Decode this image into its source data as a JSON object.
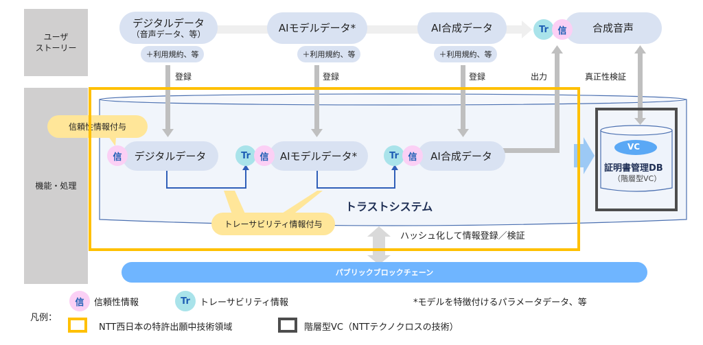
{
  "rows": {
    "user_story": "ユーザ\nストーリー",
    "function": "機能・処理"
  },
  "top_flow": {
    "digital_data": {
      "main": "デジタルデータ",
      "sub": "（音声データ、等）"
    },
    "ai_model_data": {
      "main": "AIモデルデータ*"
    },
    "ai_synth_data": {
      "main": "AI合成データ"
    },
    "synth_voice": {
      "main": "合成音声"
    },
    "terms": "＋利用規約、等"
  },
  "arrow_labels": {
    "register": "登録",
    "output": "出力",
    "authenticity": "真正性検証",
    "hash_register": "ハッシュ化して情報登録／検証"
  },
  "trust_system": {
    "title": "トラストシステム",
    "digital_data": "デジタルデータ",
    "ai_model_data": "AIモデルデータ*",
    "ai_synth_data": "AI合成データ"
  },
  "callouts": {
    "reliability": "信頼性情報付与",
    "traceability": "トレーサビリティ情報付与"
  },
  "badges": {
    "shin": "信",
    "tr": "Tr",
    "vc": "VC"
  },
  "cert_db": {
    "title": "証明書管理DB",
    "sub": "（階層型VC）"
  },
  "blockchain": "パブリックブロックチェーン",
  "legend": {
    "title": "凡例：",
    "reliability_info": "信頼性情報",
    "traceability_info": "トレーサビリティ情報",
    "footnote": "*モデルを特徴付けるパラメータデータ、等",
    "ntt_west": "NTT西日本の特許出願中技術領域",
    "hierarchical_vc": "階層型VC（NTTテクノクロスの技術）"
  },
  "colors": {
    "yellow_frame": "#ffc000",
    "dark_frame": "#4d4d4d",
    "pill": "#d9e2f2",
    "shin_badge": "#fbd0f5",
    "tr_badge": "#a9e3ea",
    "blockchain": "#6fb5ff",
    "callout": "#ffe699"
  }
}
